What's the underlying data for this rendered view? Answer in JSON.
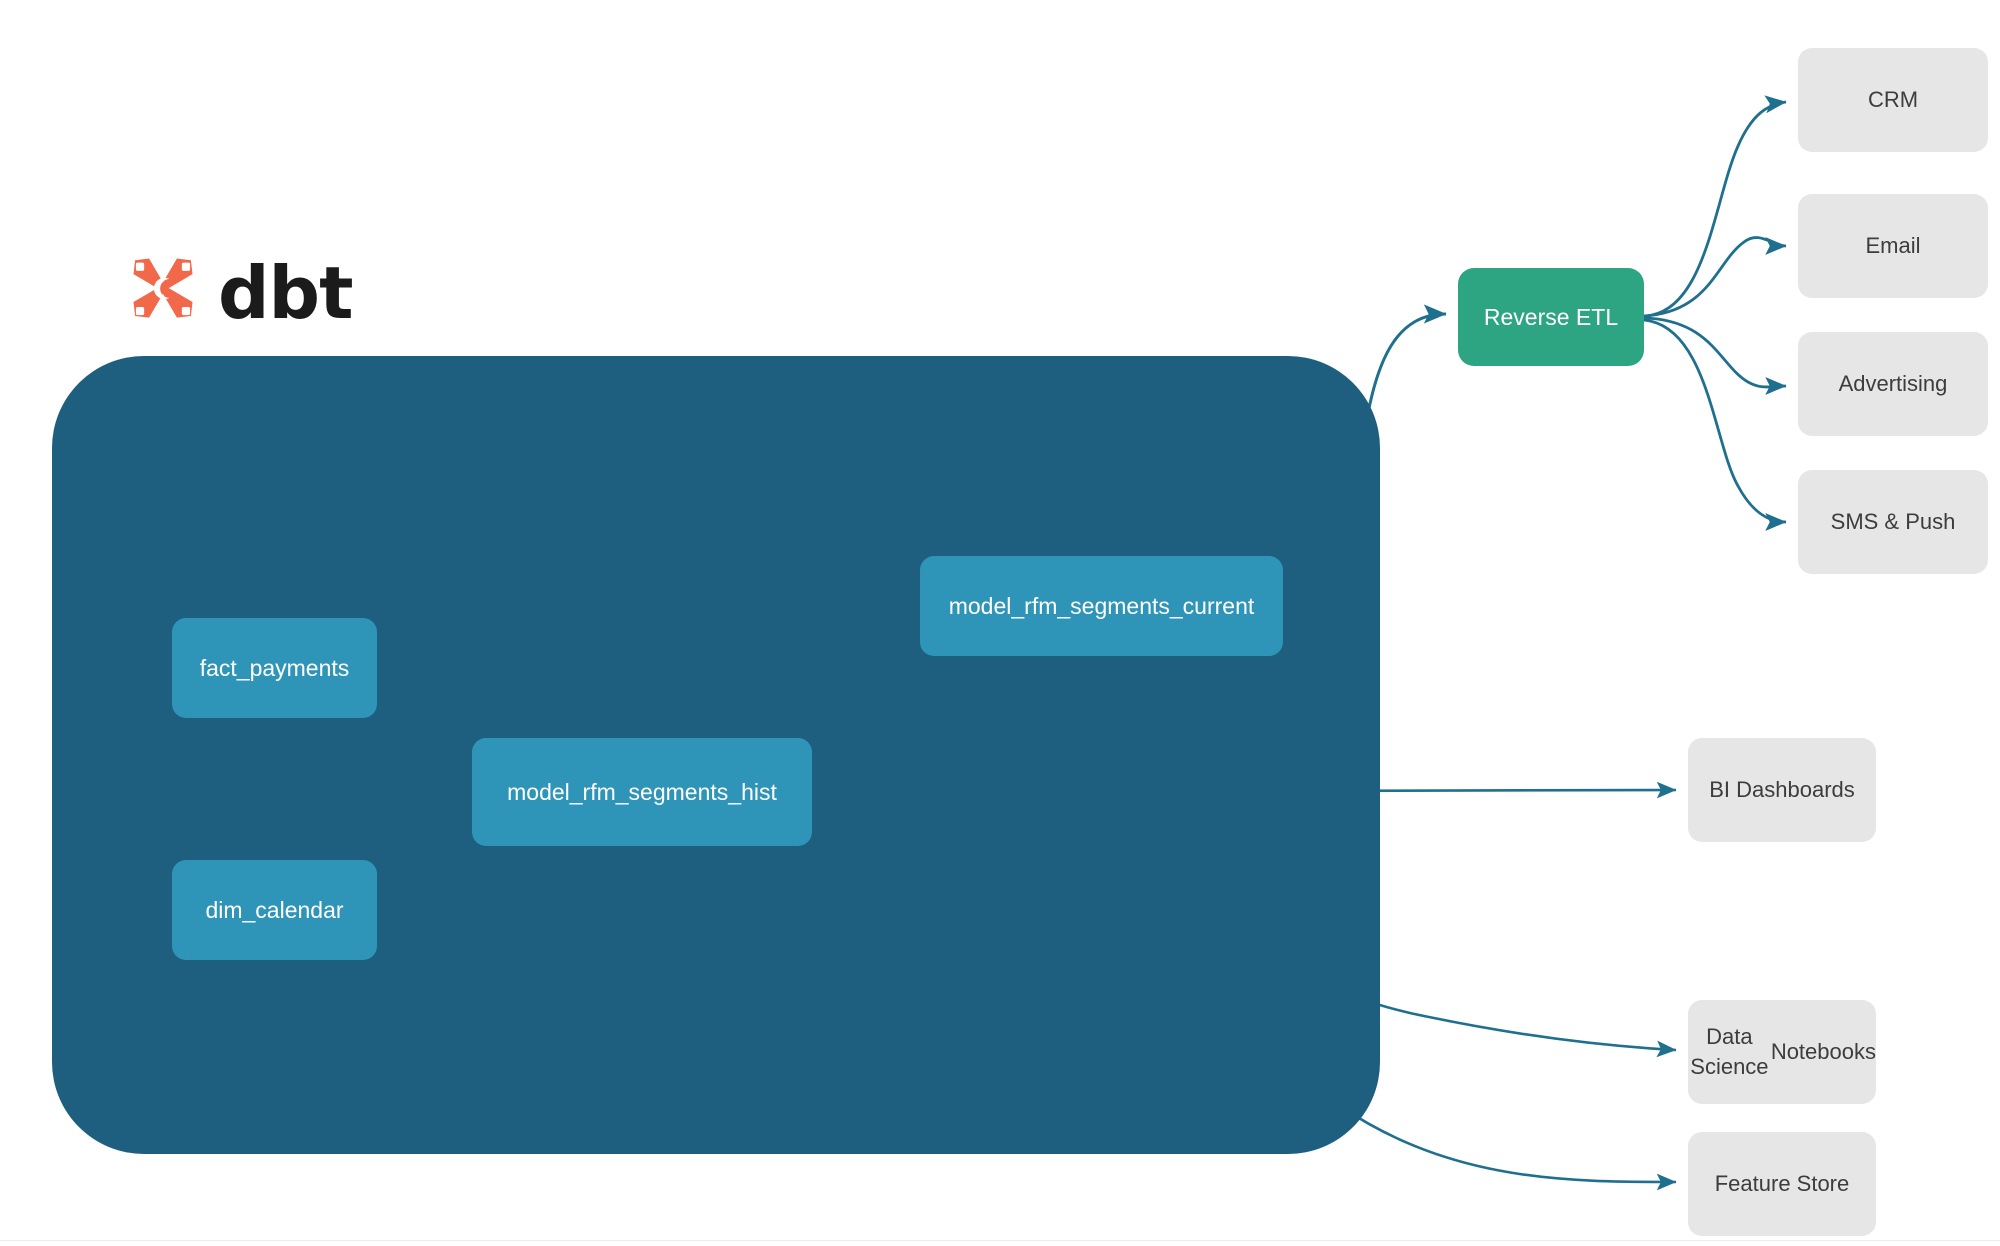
{
  "brand": {
    "logo_icon": "dbt-logo-icon",
    "wordmark": "dbt",
    "logo_color": "#f2684a"
  },
  "colors": {
    "warehouse_panel": "#1e5f80",
    "model_node": "#2f95b8",
    "reverse_etl_node": "#2ea582",
    "destination_node": "#e6e6e6",
    "edge": "#1f6f8f",
    "inner_edge": "#3a8fae",
    "background": "#ffffff"
  },
  "warehouse": {
    "name": "dbt-warehouse-panel",
    "models": [
      {
        "id": "fact_payments",
        "label": "fact_payments"
      },
      {
        "id": "dim_calendar",
        "label": "dim_calendar"
      },
      {
        "id": "model_rfm_segments_hist",
        "label": "model_rfm_segments_hist"
      },
      {
        "id": "model_rfm_segments_current",
        "label": "model_rfm_segments_current"
      }
    ]
  },
  "activation": {
    "reverse_etl": {
      "id": "reverse_etl",
      "label": "Reverse ETL"
    },
    "channels": [
      {
        "id": "crm",
        "label": "CRM"
      },
      {
        "id": "email",
        "label": "Email"
      },
      {
        "id": "advertising",
        "label": "Advertising"
      },
      {
        "id": "sms_push",
        "label": "SMS & Push"
      }
    ]
  },
  "consumers": [
    {
      "id": "bi_dashboards",
      "label": "BI Dashboards"
    },
    {
      "id": "data_science_notebooks",
      "label": "Data Science\nNotebooks",
      "line1": "Data Science",
      "line2": "Notebooks"
    },
    {
      "id": "feature_store",
      "label": "Feature Store"
    }
  ],
  "edges": [
    {
      "from": "fact_payments",
      "to": "model_rfm_segments_hist"
    },
    {
      "from": "dim_calendar",
      "to": "model_rfm_segments_hist"
    },
    {
      "from": "model_rfm_segments_hist",
      "to": "model_rfm_segments_current"
    },
    {
      "from": "model_rfm_segments_current",
      "to": "reverse_etl"
    },
    {
      "from": "model_rfm_segments_hist",
      "to": "bi_dashboards"
    },
    {
      "from": "model_rfm_segments_hist",
      "to": "data_science_notebooks"
    },
    {
      "from": "model_rfm_segments_hist",
      "to": "feature_store"
    },
    {
      "from": "reverse_etl",
      "to": "crm"
    },
    {
      "from": "reverse_etl",
      "to": "email"
    },
    {
      "from": "reverse_etl",
      "to": "advertising"
    },
    {
      "from": "reverse_etl",
      "to": "sms_push"
    }
  ]
}
